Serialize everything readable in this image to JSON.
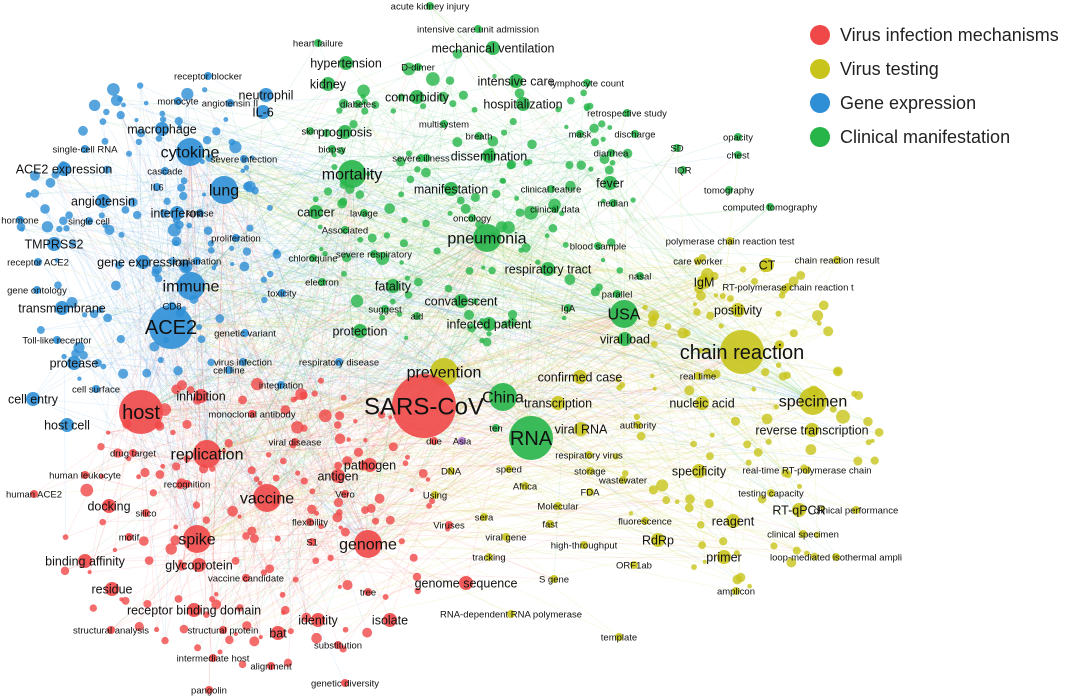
{
  "colors": {
    "red": "#f04848",
    "yellow": "#c8c41c",
    "blue": "#2e8fd6",
    "green": "#27b54a",
    "purple": "#b07ad0"
  },
  "legend": [
    {
      "label": "Virus infection mechanisms",
      "color": "#f04848"
    },
    {
      "label": "Virus testing",
      "color": "#c8c41c"
    },
    {
      "label": "Gene expression",
      "color": "#2e8fd6"
    },
    {
      "label": "Clinical manifestation",
      "color": "#27b54a"
    }
  ],
  "terms": [
    {
      "t": "acute kidney injury",
      "c": "green",
      "w": 1
    },
    {
      "t": "intensive care unit admission",
      "c": "green",
      "w": 1
    },
    {
      "t": "heart failure",
      "c": "green",
      "w": 1
    },
    {
      "t": "mechanical ventilation",
      "c": "green",
      "w": 2
    },
    {
      "t": "hypertension",
      "c": "green",
      "w": 2
    },
    {
      "t": "D-dimer",
      "c": "green",
      "w": 1
    },
    {
      "t": "intensive care",
      "c": "green",
      "w": 2
    },
    {
      "t": "lymphocyte count",
      "c": "green",
      "w": 1
    },
    {
      "t": "kidney",
      "c": "green",
      "w": 2
    },
    {
      "t": "comorbidity",
      "c": "green",
      "w": 2
    },
    {
      "t": "hospitalization",
      "c": "green",
      "w": 2
    },
    {
      "t": "diabetes",
      "c": "green",
      "w": 1
    },
    {
      "t": "retrospective study",
      "c": "green",
      "w": 1
    },
    {
      "t": "prognosis",
      "c": "green",
      "w": 2
    },
    {
      "t": "multisystem",
      "c": "green",
      "w": 1
    },
    {
      "t": "mask",
      "c": "green",
      "w": 1
    },
    {
      "t": "discharge",
      "c": "green",
      "w": 1
    },
    {
      "t": "skin",
      "c": "green",
      "w": 1
    },
    {
      "t": "breath",
      "c": "green",
      "w": 1
    },
    {
      "t": "opacity",
      "c": "green",
      "w": 1
    },
    {
      "t": "biopsy",
      "c": "green",
      "w": 1
    },
    {
      "t": "SD",
      "c": "green",
      "w": 1
    },
    {
      "t": "chest",
      "c": "green",
      "w": 1
    },
    {
      "t": "severe illness",
      "c": "green",
      "w": 1
    },
    {
      "t": "diarrhea",
      "c": "green",
      "w": 1
    },
    {
      "t": "dissemination",
      "c": "green",
      "w": 2
    },
    {
      "t": "IQR",
      "c": "green",
      "w": 1
    },
    {
      "t": "mortality",
      "c": "green",
      "w": 3
    },
    {
      "t": "fever",
      "c": "green",
      "w": 2
    },
    {
      "t": "manifestation",
      "c": "green",
      "w": 2
    },
    {
      "t": "clinical feature",
      "c": "green",
      "w": 1
    },
    {
      "t": "tomography",
      "c": "green",
      "w": 1
    },
    {
      "t": "median",
      "c": "green",
      "w": 1
    },
    {
      "t": "cancer",
      "c": "green",
      "w": 2
    },
    {
      "t": "lavage",
      "c": "green",
      "w": 1
    },
    {
      "t": "clinical data",
      "c": "green",
      "w": 1
    },
    {
      "t": "computed tomography",
      "c": "green",
      "w": 1
    },
    {
      "t": "oncology",
      "c": "green",
      "w": 1
    },
    {
      "t": "Associated",
      "c": "green",
      "w": 1
    },
    {
      "t": "pneumonia",
      "c": "green",
      "w": 3
    },
    {
      "t": "chloroquine",
      "c": "green",
      "w": 1
    },
    {
      "t": "severe respiratory",
      "c": "green",
      "w": 1
    },
    {
      "t": "blood sample",
      "c": "green",
      "w": 1
    },
    {
      "t": "respiratory tract",
      "c": "green",
      "w": 2
    },
    {
      "t": "nasal",
      "c": "green",
      "w": 1
    },
    {
      "t": "electron",
      "c": "green",
      "w": 1
    },
    {
      "t": "fatality",
      "c": "green",
      "w": 2
    },
    {
      "t": "convalescent",
      "c": "green",
      "w": 2
    },
    {
      "t": "parallel",
      "c": "green",
      "w": 1
    },
    {
      "t": "suggest",
      "c": "green",
      "w": 1
    },
    {
      "t": "IgA",
      "c": "green",
      "w": 1
    },
    {
      "t": "aid",
      "c": "green",
      "w": 1
    },
    {
      "t": "USA",
      "c": "green",
      "w": 3
    },
    {
      "t": "protection",
      "c": "green",
      "w": 2
    },
    {
      "t": "infected patient",
      "c": "green",
      "w": 2
    },
    {
      "t": "viral load",
      "c": "green",
      "w": 2
    },
    {
      "t": "China",
      "c": "green",
      "w": 3
    },
    {
      "t": "RNA",
      "c": "green",
      "w": 4
    },
    {
      "t": "polymerase chain reaction test",
      "c": "yellow",
      "w": 1
    },
    {
      "t": "care worker",
      "c": "yellow",
      "w": 1
    },
    {
      "t": "CT",
      "c": "yellow",
      "w": 2
    },
    {
      "t": "chain reaction result",
      "c": "yellow",
      "w": 1
    },
    {
      "t": "IgM",
      "c": "yellow",
      "w": 2
    },
    {
      "t": "RT-polymerase chain reaction t",
      "c": "yellow",
      "w": 1
    },
    {
      "t": "positivity",
      "c": "yellow",
      "w": 2
    },
    {
      "t": "chain reaction",
      "c": "yellow",
      "w": 4
    },
    {
      "t": "prevention",
      "c": "yellow",
      "w": 3
    },
    {
      "t": "confirmed case",
      "c": "yellow",
      "w": 2
    },
    {
      "t": "real time",
      "c": "yellow",
      "w": 1
    },
    {
      "t": "transcription",
      "c": "yellow",
      "w": 2
    },
    {
      "t": "nucleic acid",
      "c": "yellow",
      "w": 2
    },
    {
      "t": "specimen",
      "c": "yellow",
      "w": 3
    },
    {
      "t": "reverse transcription",
      "c": "yellow",
      "w": 2
    },
    {
      "t": "authority",
      "c": "yellow",
      "w": 1
    },
    {
      "t": "viral RNA",
      "c": "yellow",
      "w": 2
    },
    {
      "t": "respiratory virus",
      "c": "yellow",
      "w": 1
    },
    {
      "t": "specificity",
      "c": "yellow",
      "w": 2
    },
    {
      "t": "real-time RT-polymerase chain",
      "c": "yellow",
      "w": 1
    },
    {
      "t": "storage",
      "c": "yellow",
      "w": 1
    },
    {
      "t": "wastewater",
      "c": "yellow",
      "w": 1
    },
    {
      "t": "testing capacity",
      "c": "yellow",
      "w": 1
    },
    {
      "t": "FDA",
      "c": "yellow",
      "w": 1
    },
    {
      "t": "RT-qPCR",
      "c": "yellow",
      "w": 2
    },
    {
      "t": "clinical performance",
      "c": "yellow",
      "w": 1
    },
    {
      "t": "Molecular",
      "c": "yellow",
      "w": 1
    },
    {
      "t": "fluorescence",
      "c": "yellow",
      "w": 1
    },
    {
      "t": "reagent",
      "c": "yellow",
      "w": 2
    },
    {
      "t": "fast",
      "c": "yellow",
      "w": 1
    },
    {
      "t": "clinical specimen",
      "c": "yellow",
      "w": 1
    },
    {
      "t": "RdRp",
      "c": "yellow",
      "w": 2
    },
    {
      "t": "high-throughput",
      "c": "yellow",
      "w": 1
    },
    {
      "t": "primer",
      "c": "yellow",
      "w": 2
    },
    {
      "t": "loop-mediated isothermal ampli",
      "c": "yellow",
      "w": 1
    },
    {
      "t": "ORF1ab",
      "c": "yellow",
      "w": 1
    },
    {
      "t": "amplicon",
      "c": "yellow",
      "w": 1
    },
    {
      "t": "template",
      "c": "yellow",
      "w": 1
    },
    {
      "t": "receptor blocker",
      "c": "blue",
      "w": 1
    },
    {
      "t": "angiotensin II",
      "c": "blue",
      "w": 1
    },
    {
      "t": "monocyte",
      "c": "blue",
      "w": 1
    },
    {
      "t": "neutrophil",
      "c": "blue",
      "w": 2
    },
    {
      "t": "IL-6",
      "c": "blue",
      "w": 2
    },
    {
      "t": "macrophage",
      "c": "blue",
      "w": 2
    },
    {
      "t": "single-cell RNA",
      "c": "blue",
      "w": 1
    },
    {
      "t": "cytokine",
      "c": "blue",
      "w": 3
    },
    {
      "t": "severe infection",
      "c": "blue",
      "w": 1
    },
    {
      "t": "ACE2 expression",
      "c": "blue",
      "w": 2
    },
    {
      "t": "cascade",
      "c": "blue",
      "w": 1
    },
    {
      "t": "IL6",
      "c": "blue",
      "w": 1
    },
    {
      "t": "lung",
      "c": "blue",
      "w": 3
    },
    {
      "t": "angiotensin",
      "c": "blue",
      "w": 2
    },
    {
      "t": "hormone",
      "c": "blue",
      "w": 1
    },
    {
      "t": "single cell",
      "c": "blue",
      "w": 1
    },
    {
      "t": "kinase",
      "c": "blue",
      "w": 1
    },
    {
      "t": "interferon",
      "c": "blue",
      "w": 2
    },
    {
      "t": "TMPRSS2",
      "c": "blue",
      "w": 2
    },
    {
      "t": "proliferation",
      "c": "blue",
      "w": 1
    },
    {
      "t": "receptor ACE2",
      "c": "blue",
      "w": 1
    },
    {
      "t": "gene expression",
      "c": "blue",
      "w": 2
    },
    {
      "t": "explanation",
      "c": "blue",
      "w": 1
    },
    {
      "t": "immune",
      "c": "blue",
      "w": 3
    },
    {
      "t": "gene ontology",
      "c": "blue",
      "w": 1
    },
    {
      "t": "toxicity",
      "c": "blue",
      "w": 1
    },
    {
      "t": "transmembrane",
      "c": "blue",
      "w": 2
    },
    {
      "t": "CD8",
      "c": "blue",
      "w": 1
    },
    {
      "t": "ACE2",
      "c": "blue",
      "w": 4
    },
    {
      "t": "genetic variant",
      "c": "blue",
      "w": 1
    },
    {
      "t": "Toll-like receptor",
      "c": "blue",
      "w": 1
    },
    {
      "t": "protease",
      "c": "blue",
      "w": 2
    },
    {
      "t": "virus infection",
      "c": "blue",
      "w": 1
    },
    {
      "t": "respiratory disease",
      "c": "blue",
      "w": 1
    },
    {
      "t": "cell line",
      "c": "blue",
      "w": 1
    },
    {
      "t": "cell surface",
      "c": "blue",
      "w": 1
    },
    {
      "t": "integration",
      "c": "blue",
      "w": 1
    },
    {
      "t": "cell entry",
      "c": "blue",
      "w": 2
    },
    {
      "t": "host cell",
      "c": "blue",
      "w": 2
    },
    {
      "t": "host",
      "c": "red",
      "w": 4
    },
    {
      "t": "inhibition",
      "c": "red",
      "w": 2
    },
    {
      "t": "monoclonal antibody",
      "c": "red",
      "w": 1
    },
    {
      "t": "SARS-CoV",
      "c": "red",
      "w": 5
    },
    {
      "t": "replication",
      "c": "red",
      "w": 3
    },
    {
      "t": "viral disease",
      "c": "red",
      "w": 1
    },
    {
      "t": "drug target",
      "c": "red",
      "w": 1
    },
    {
      "t": "human leukocyte",
      "c": "red",
      "w": 1
    },
    {
      "t": "recognition",
      "c": "red",
      "w": 1
    },
    {
      "t": "antigen",
      "c": "red",
      "w": 2
    },
    {
      "t": "pathogen",
      "c": "red",
      "w": 2
    },
    {
      "t": "human ACE2",
      "c": "red",
      "w": 1
    },
    {
      "t": "docking",
      "c": "red",
      "w": 2
    },
    {
      "t": "vaccine",
      "c": "red",
      "w": 3
    },
    {
      "t": "Vero",
      "c": "red",
      "w": 1
    },
    {
      "t": "silico",
      "c": "red",
      "w": 1
    },
    {
      "t": "motif",
      "c": "red",
      "w": 1
    },
    {
      "t": "flexibility",
      "c": "red",
      "w": 1
    },
    {
      "t": "spike",
      "c": "red",
      "w": 3
    },
    {
      "t": "S1",
      "c": "red",
      "w": 1
    },
    {
      "t": "genome",
      "c": "red",
      "w": 3
    },
    {
      "t": "binding affinity",
      "c": "red",
      "w": 2
    },
    {
      "t": "glycoprotein",
      "c": "red",
      "w": 2
    },
    {
      "t": "residue",
      "c": "red",
      "w": 2
    },
    {
      "t": "vaccine candidate",
      "c": "red",
      "w": 1
    },
    {
      "t": "genome sequence",
      "c": "red",
      "w": 2
    },
    {
      "t": "receptor binding domain",
      "c": "red",
      "w": 2
    },
    {
      "t": "tree",
      "c": "red",
      "w": 1
    },
    {
      "t": "identity",
      "c": "red",
      "w": 2
    },
    {
      "t": "isolate",
      "c": "red",
      "w": 2
    },
    {
      "t": "structural analysis",
      "c": "red",
      "w": 1
    },
    {
      "t": "structural protein",
      "c": "red",
      "w": 1
    },
    {
      "t": "bat",
      "c": "red",
      "w": 2
    },
    {
      "t": "substitution",
      "c": "red",
      "w": 1
    },
    {
      "t": "intermediate host",
      "c": "red",
      "w": 1
    },
    {
      "t": "alignment",
      "c": "red",
      "w": 1
    },
    {
      "t": "genetic diversity",
      "c": "red",
      "w": 1
    },
    {
      "t": "pangolin",
      "c": "red",
      "w": 1
    },
    {
      "t": "due",
      "c": "red",
      "w": 1
    },
    {
      "t": "Asia",
      "c": "purple",
      "w": 1
    },
    {
      "t": "ten",
      "c": "green",
      "w": 1
    },
    {
      "t": "DNA",
      "c": "yellow",
      "w": 1
    },
    {
      "t": "speed",
      "c": "yellow",
      "w": 1
    },
    {
      "t": "Africa",
      "c": "yellow",
      "w": 1
    },
    {
      "t": "Using",
      "c": "yellow",
      "w": 1
    },
    {
      "t": "sera",
      "c": "yellow",
      "w": 1
    },
    {
      "t": "Viruses",
      "c": "red",
      "w": 1
    },
    {
      "t": "viral gene",
      "c": "yellow",
      "w": 1
    },
    {
      "t": "tracking",
      "c": "yellow",
      "w": 1
    },
    {
      "t": "S gene",
      "c": "yellow",
      "w": 1
    },
    {
      "t": "RNA-dependent RNA polymerase",
      "c": "yellow",
      "w": 1
    }
  ]
}
